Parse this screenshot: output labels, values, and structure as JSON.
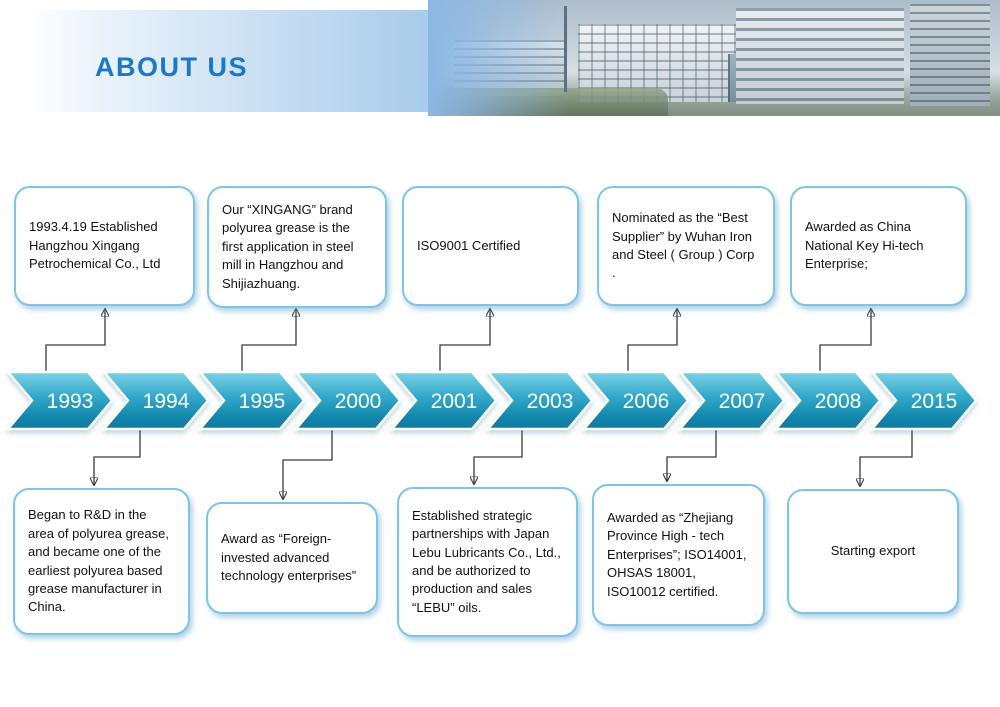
{
  "header": {
    "title": "ABOUT US",
    "photo": "modern office buildings"
  },
  "timeline": {
    "years": [
      "1993",
      "1994",
      "1995",
      "2000",
      "2001",
      "2003",
      "2006",
      "2007",
      "2008",
      "2015"
    ]
  },
  "top_boxes": [
    {
      "year": "1993",
      "text": "1993.4.19 Established Hangzhou Xingang Petrochemical Co., Ltd"
    },
    {
      "year": "1995",
      "text": "Our “XINGANG” brand polyurea grease is the first application in steel mill in Hangzhou and Shijiazhuang."
    },
    {
      "year": "2001",
      "text": "ISO9001 Certified"
    },
    {
      "year": "2006",
      "text": "Nominated as the “Best Supplier” by Wuhan Iron and Steel ( Group ) Corp ."
    },
    {
      "year": "2008",
      "text": "Awarded as China National Key Hi-tech Enterprise;"
    }
  ],
  "bottom_boxes": [
    {
      "year": "1994",
      "text": "Began to R&D in the area of polyurea grease, and became one of the earliest polyurea based grease manufacturer in China."
    },
    {
      "year": "2000",
      "text": "Award as “Foreign-invested advanced technology enterprises”"
    },
    {
      "year": "2003",
      "text": "Established strategic partnerships with Japan Lebu Lubricants Co., Ltd., and be authorized to production and sales “LEBU” oils."
    },
    {
      "year": "2007",
      "text": "Awarded as “Zhejiang Province High - tech Enterprises”; ISO14001, OHSAS 18001, ISO10012 certified."
    },
    {
      "year": "2015",
      "text": "Starting export"
    }
  ],
  "colors": {
    "accent_blue": "#1b79c5",
    "chevron_teal": "#2aa2c4",
    "box_border": "#7ec5e4",
    "connector": "#3a3a3a"
  }
}
